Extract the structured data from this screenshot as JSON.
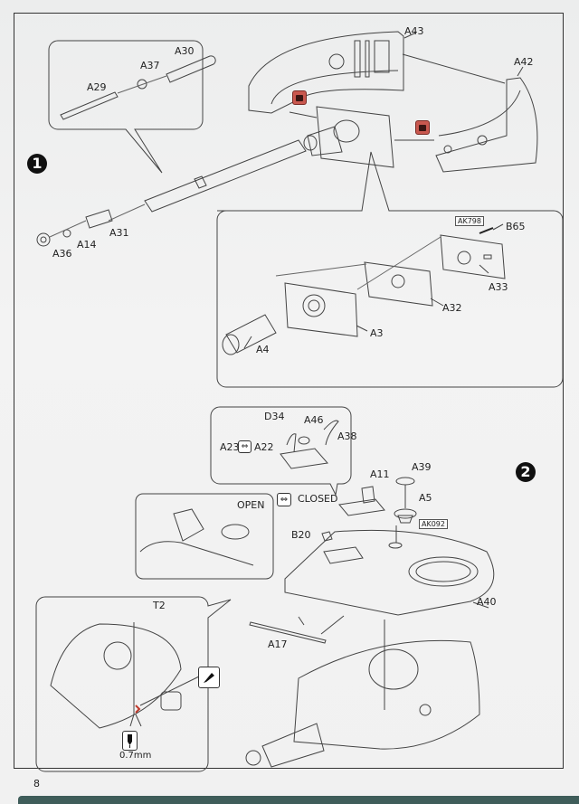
{
  "page_number": "8",
  "steps": [
    {
      "number": "1",
      "parts": [
        "A29",
        "A37",
        "A30",
        "A31",
        "A14",
        "A36",
        "A43",
        "A42",
        "B65",
        "A33",
        "A32",
        "A3",
        "A4"
      ],
      "callout_top_labels": [
        "A29",
        "A37",
        "A30"
      ],
      "barrel_labels": [
        "A31",
        "A14",
        "A36"
      ],
      "turret_ring_labels": [
        "A43",
        "A42"
      ],
      "mantlet_callout_labels": [
        "B65",
        "A33",
        "A32",
        "A3",
        "A4"
      ],
      "paint_code": "AK798"
    },
    {
      "number": "2",
      "hatch_callout_labels": [
        "D34",
        "A46",
        "A38",
        "A23",
        "A22"
      ],
      "open_label": "OPEN",
      "closed_label": "CLOSED",
      "roof_labels": [
        "A11",
        "A39",
        "A5",
        "B20",
        "A40",
        "A17"
      ],
      "paint_code": "AK092",
      "detail_callout_labels": [
        "T2"
      ],
      "drill_size": "0.7mm"
    }
  ],
  "icons": {
    "step_marker": "step-number-icon",
    "sticker": "cement-warning-icon",
    "alternative": "alternative-arrow-icon",
    "knife": "hobby-knife-icon",
    "drill": "drill-bit-icon"
  },
  "colors": {
    "sticker_fill": "#c9584f",
    "frame": "#333333",
    "paper": "#f1f1f1"
  }
}
